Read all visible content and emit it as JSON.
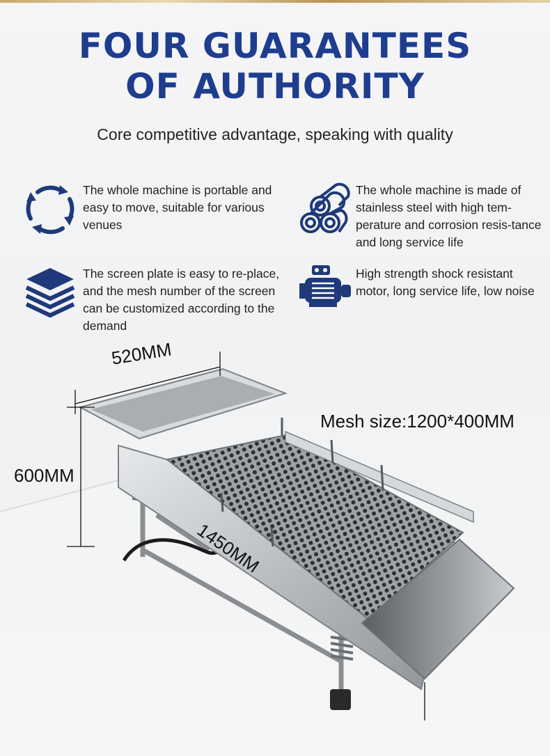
{
  "header": {
    "title_line1": "FOUR GUARANTEES",
    "title_line2": "OF AUTHORITY",
    "subtitle": "Core competitive advantage, speaking with quality"
  },
  "features": [
    {
      "icon": "rotate-arrows-icon",
      "text": "The whole machine is portable and easy to move, suitable for various venues"
    },
    {
      "icon": "steel-pipes-icon",
      "text": "The whole machine is made of stainless steel with high tem-perature and corrosion resis-tance and long service life"
    },
    {
      "icon": "stacked-layers-icon",
      "text": "The screen plate is easy to re-place, and the mesh number of the screen can be customized according to the demand"
    },
    {
      "icon": "motor-icon",
      "text": "High strength shock resistant motor, long service life, low noise"
    }
  ],
  "dimensions": {
    "width": "520MM",
    "height": "600MM",
    "length": "1450MM",
    "mesh_prefix": "Mesh size:",
    "mesh_value": "1200*400MM"
  },
  "colors": {
    "title_blue": "#1e3d8f",
    "icon_blue": "#1f3a7a",
    "steel": "#c9ccd0"
  }
}
